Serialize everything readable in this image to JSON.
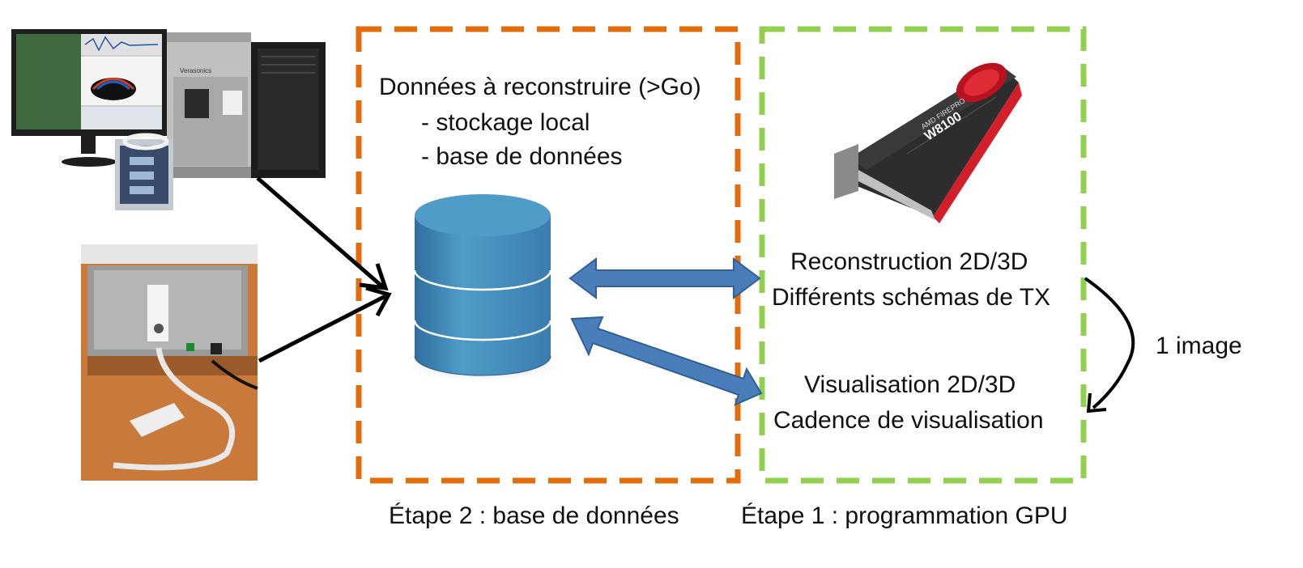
{
  "data_block": {
    "title": "Données à reconstruire (>Go)",
    "items": [
      "- stockage local",
      "- base de données"
    ]
  },
  "gpu_block": {
    "reconstruction_lines": [
      "Reconstruction 2D/3D",
      "Différents schémas de TX"
    ],
    "visualisation_lines": [
      "Visualisation 2D/3D",
      "Cadence de visualisation"
    ]
  },
  "loop_label": "1 image",
  "captions": {
    "step2": "Étape 2 : base de données",
    "step1": "Étape 1 : programmation GPU"
  },
  "gpu_card": {
    "brand": "AMD FIREPRO",
    "model": "W8100"
  },
  "scanner": {
    "brand": "Verasonics"
  },
  "colors": {
    "step2_border": "#E46C0A",
    "step1_border": "#92D050",
    "database": "#4F9CC8",
    "double_arrow": "#4A7EBB",
    "arrow": "#000000"
  }
}
